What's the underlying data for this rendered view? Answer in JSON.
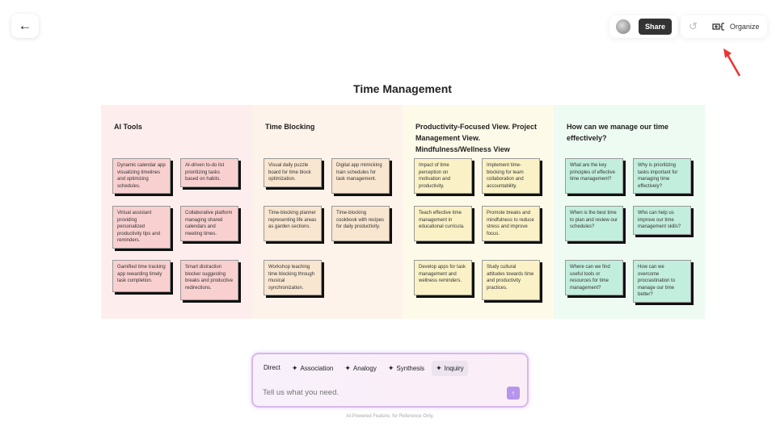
{
  "header": {
    "back_icon": "arrow-left-icon",
    "share_label": "Share",
    "organize_label": "Organize"
  },
  "title": "Time Management",
  "columns": [
    {
      "title": "AI Tools",
      "color": "#fdeeed",
      "note_color": "#f9d0d0",
      "notes": [
        "Dynamic calendar app visualizing timelines and optimizing schedules.",
        "AI-driven to-do list prioritizing tasks based on habits.",
        "Virtual assistant providing personalized productivity tips and reminders.",
        "Collaborative platform managing shared calendars and meeting times.",
        "Gamified time tracking app rewarding timely task completion.",
        "Smart distraction blocker suggesting breaks and productive redirections."
      ]
    },
    {
      "title": "Time Blocking",
      "color": "#fdf3ea",
      "note_color": "#f9e6d0",
      "notes": [
        "Visual daily puzzle board for time block optimization.",
        "Digital app mimicking train schedules for task management.",
        "Time-blocking planner representing life areas as garden sections.",
        "Time-blocking cookbook with recipes for daily productivity.",
        "Workshop teaching time blocking through musical synchronization."
      ]
    },
    {
      "title": "Productivity-Focused View. Project Management View. Mindfulness/Wellness View",
      "color": "#fefaea",
      "note_color": "#faf2c6",
      "notes": [
        "Impact of time perception on motivation and productivity.",
        "Implement time-blocking for team collaboration and accountability.",
        "Teach effective time management in educational curricula.",
        "Promote breaks and mindfulness to reduce stress and improve focus.",
        "Develop apps for task management and wellness reminders.",
        "Study cultural attitudes towards time and productivity practices."
      ]
    },
    {
      "title": "How can we manage our time effectively?",
      "color": "#eefbf3",
      "note_color": "#c2eedd",
      "notes": [
        "What are the key principles of effective time management?",
        "Why is prioritizing tasks important for managing time effectively?",
        "When is the best time to plan and review our schedules?",
        "Who can help us improve our time management skills?",
        "Where can we find useful tools or resources for time management?",
        "How can we overcome procrastination to manage our time better?"
      ]
    }
  ],
  "chat": {
    "modes": [
      "Direct",
      "Association",
      "Analogy",
      "Synthesis",
      "Inquiry"
    ],
    "active_mode": "Inquiry",
    "placeholder": "Tell us what you need.",
    "footer": "AI-Powered Feature, for Reference Only."
  }
}
